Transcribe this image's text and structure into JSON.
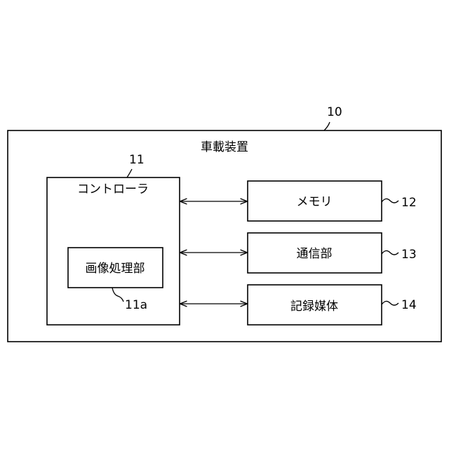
{
  "device": {
    "label": "車載装置",
    "ref": "10"
  },
  "controller": {
    "label": "コントローラ",
    "ref": "11"
  },
  "image_processor": {
    "label": "画像処理部",
    "ref": "11a"
  },
  "memory": {
    "label": "メモリ",
    "ref": "12"
  },
  "communication": {
    "label": "通信部",
    "ref": "13"
  },
  "storage_medium": {
    "label": "記録媒体",
    "ref": "14"
  },
  "connections": [
    {
      "from": "controller",
      "to": "memory",
      "type": "bidirectional"
    },
    {
      "from": "controller",
      "to": "communication",
      "type": "bidirectional"
    },
    {
      "from": "controller",
      "to": "storage_medium",
      "type": "bidirectional"
    }
  ]
}
